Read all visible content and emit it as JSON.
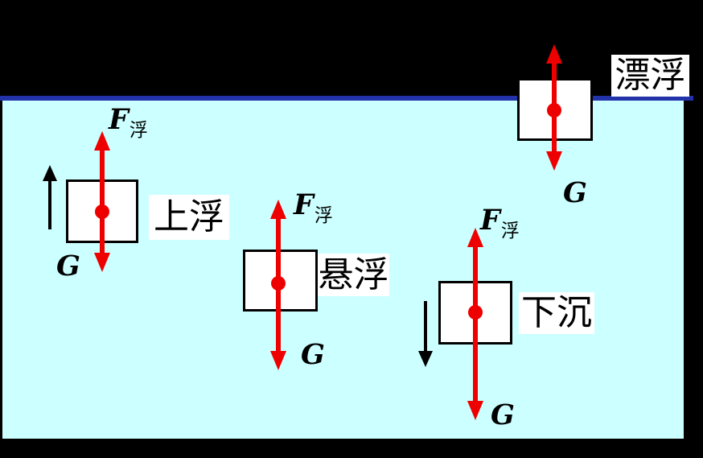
{
  "scene": {
    "background_color": "#000000",
    "water_color": "#CCFFFF",
    "surface_line_color": "#2233AA",
    "force_arrow_color": "#EE0000",
    "motion_arrow_color": "#000000"
  },
  "groups": [
    {
      "id": "rising",
      "state_label": "上浮",
      "buoyancy_symbol": "F",
      "buoyancy_subscript": "浮",
      "gravity_symbol": "G",
      "motion_direction": "up"
    },
    {
      "id": "suspended",
      "state_label": "悬浮",
      "buoyancy_symbol": "F",
      "buoyancy_subscript": "浮",
      "gravity_symbol": "G"
    },
    {
      "id": "sinking",
      "state_label": "下沉",
      "buoyancy_symbol": "F",
      "buoyancy_subscript": "浮",
      "gravity_symbol": "G",
      "motion_direction": "down"
    },
    {
      "id": "floating",
      "state_label": "漂浮",
      "gravity_symbol": "G"
    }
  ]
}
